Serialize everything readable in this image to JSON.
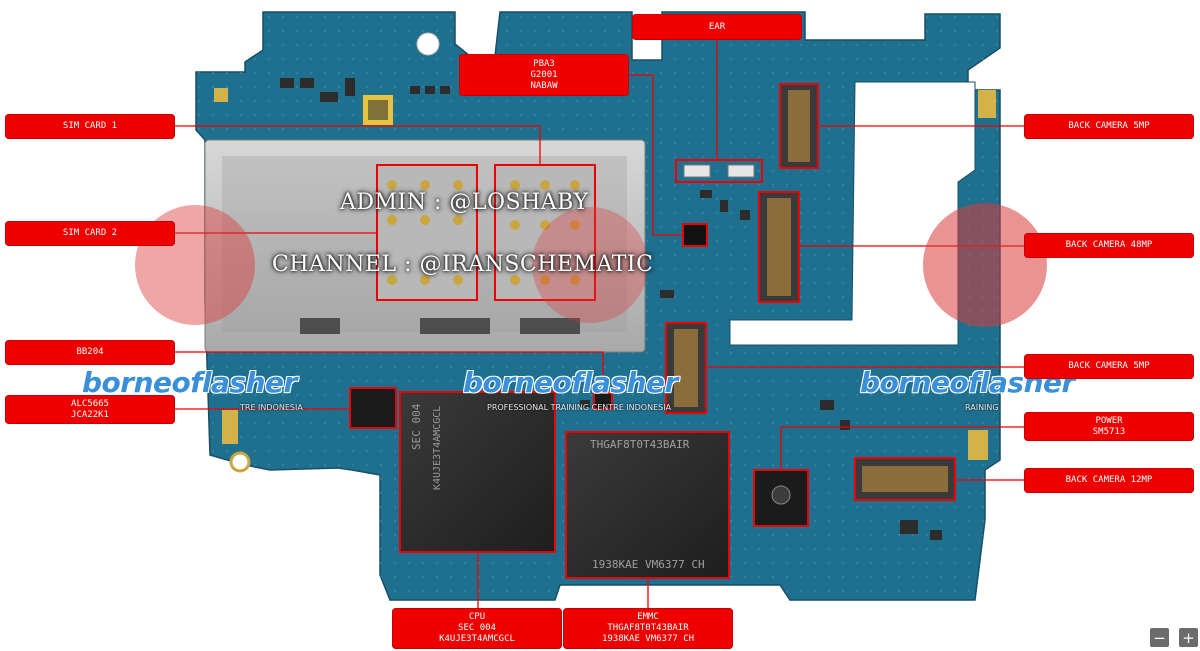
{
  "labels": {
    "sim1": {
      "lines": [
        "SIM CARD 1"
      ]
    },
    "sim2": {
      "lines": [
        "SIM CARD 2"
      ]
    },
    "bb": {
      "lines": [
        "BB204"
      ]
    },
    "alc": {
      "lines": [
        "ALC5665",
        "JCA22K1"
      ]
    },
    "pba": {
      "lines": [
        "PBA3",
        "G2001",
        "NABAW"
      ]
    },
    "ear": {
      "lines": [
        "EAR"
      ]
    },
    "bc5a": {
      "lines": [
        "BACK CAMERA 5MP"
      ]
    },
    "bc48": {
      "lines": [
        "BACK CAMERA 48MP"
      ]
    },
    "bc5b": {
      "lines": [
        "BACK CAMERA 5MP"
      ]
    },
    "power": {
      "lines": [
        "POWER",
        "SM5713"
      ]
    },
    "bc12": {
      "lines": [
        "BACK CAMERA 12MP"
      ]
    },
    "cpu": {
      "lines": [
        "CPU",
        "SEC 004",
        "K4UJE3T4AMCGCL"
      ]
    },
    "emmc": {
      "lines": [
        "EMMC",
        "THGAF8T0T43BAIR",
        "1938KAE VM6377 CH"
      ]
    }
  },
  "chips": {
    "cpu": {
      "marking": [
        "SEC 004",
        "K4UJE3T4AMCGCL"
      ]
    },
    "emmc": {
      "marking_top": "THGAF8T0T43BAIR",
      "marking_bottom": "1938KAE VM6377 CH"
    }
  },
  "watermarks": {
    "admin": "ADMIN : @LOSHABY",
    "channel": "CHANNEL : @IRANSCHEMATIC",
    "brand": "borneoflasher",
    "brand_sub_1": "TRE INDONESIA",
    "brand_sub_2": "PROFESSIONAL TRAINING CENTRE INDONESIA",
    "brand_sub_3": "RAINING"
  },
  "zoom": {
    "minus": "−",
    "plus": "+"
  },
  "colors": {
    "label_red": "#ee0000",
    "board_blue": "#1f6f8f",
    "chip_black": "#222222"
  }
}
